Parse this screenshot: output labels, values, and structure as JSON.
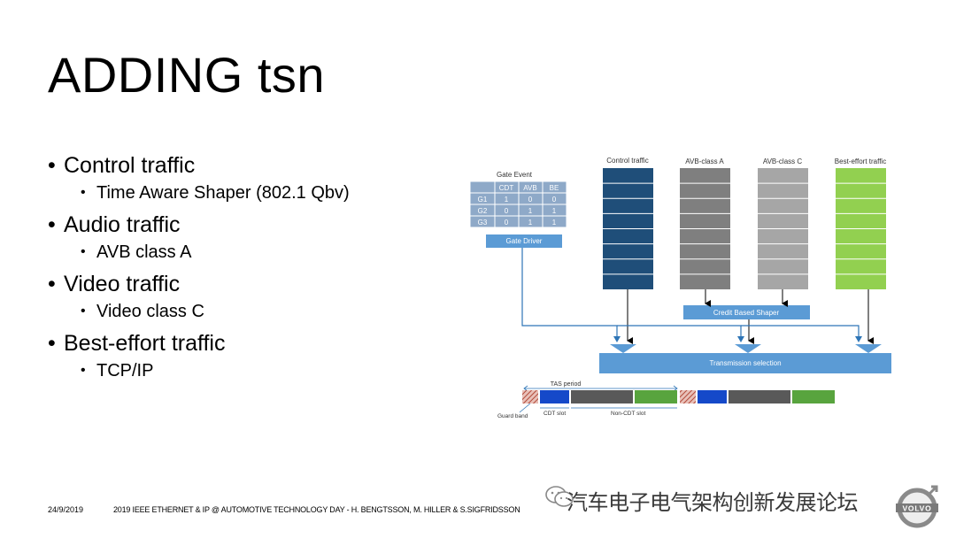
{
  "slide": {
    "title": "ADDING tsn",
    "bullets": [
      {
        "text": "Control traffic",
        "sub": "Time Aware Shaper (802.1 Qbv)"
      },
      {
        "text": "Audio traffic",
        "sub": "AVB class A"
      },
      {
        "text": "Video traffic",
        "sub": "Video class C"
      },
      {
        "text": "Best-effort traffic",
        "sub": "TCP/IP"
      }
    ]
  },
  "diagram": {
    "gate_event_title": "Gate Event",
    "gate_table": {
      "headers": [
        "",
        "CDT",
        "AVB",
        "BE"
      ],
      "rows": [
        [
          "G1",
          "1",
          "0",
          "0"
        ],
        [
          "G2",
          "0",
          "1",
          "1"
        ],
        [
          "G3",
          "0",
          "1",
          "1"
        ]
      ]
    },
    "gate_driver": "Gate Driver",
    "queues": [
      {
        "label": "Control traffic",
        "color": "#1f4e79"
      },
      {
        "label": "AVB-class A",
        "color": "#7f7f7f"
      },
      {
        "label": "AVB-class C",
        "color": "#a6a6a6"
      },
      {
        "label": "Best-effort traffic",
        "color": "#92d050"
      }
    ],
    "credit_shaper": "Credit Based Shaper",
    "transmission": "Transmission selection",
    "tas_period": "TAS period",
    "guard_band": "Guard band",
    "cdt_slot": "CDT slot",
    "non_cdt_slot": "Non-CDT slot",
    "box_color": "#5b9bd5",
    "line_color": "#2e75b6"
  },
  "footer": {
    "date": "24/9/2019",
    "text": "2019 IEEE ETHERNET & IP @ AUTOMOTIVE TECHNOLOGY DAY - H. BENGTSSON, M. HILLER & S.SIGFRIDSSON"
  },
  "watermark": {
    "text": "汽车电子电气架构创新发展论坛",
    "logo_text": "VOLVO"
  }
}
